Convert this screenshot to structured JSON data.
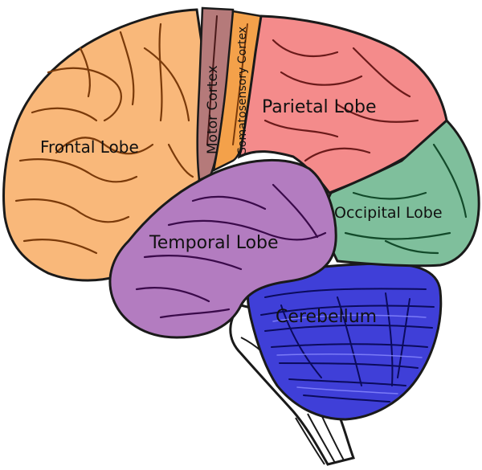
{
  "labels": {
    "motor_cortex": "Motor Cortex",
    "somatosensory_cortex": "Somatosensory Cortex",
    "parietal_lobe": "Parietal Lobe",
    "frontal_lobe": "Frontal Lobe",
    "temporal_lobe": "Temporal Lobe",
    "occipital_lobe": "Occipital Lobe",
    "cerebellum": "Cerebellum"
  },
  "colors": {
    "frontal_lobe": "#f9b87a",
    "motor_cortex": "#b57a7a",
    "somatosensory_cortex": "#f4a14a",
    "parietal_lobe": "#f48b8b",
    "occipital_lobe": "#7fbf9c",
    "temporal_lobe": "#b37cc0",
    "cerebellum": "#3f3fd8",
    "brainstem": "#ffffff",
    "outline": "#1a1a1a"
  }
}
